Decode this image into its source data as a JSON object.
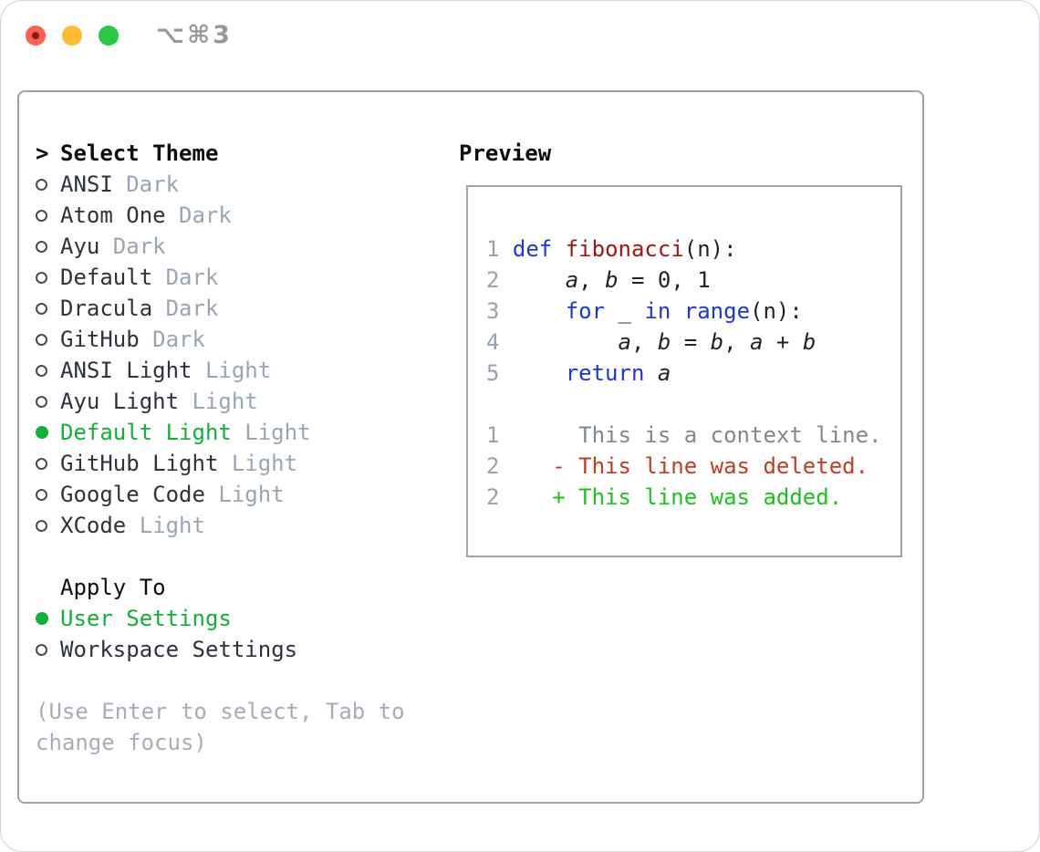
{
  "window": {
    "title_shortcut": "⌥⌘3",
    "traffic_lights": [
      {
        "name": "close",
        "color": "#ff5f57",
        "inner_dot": "#8c1a11"
      },
      {
        "name": "minimize",
        "color": "#febc2e"
      },
      {
        "name": "zoom",
        "color": "#28c840"
      }
    ]
  },
  "theme_panel": {
    "prompt": ">",
    "header": "Select Theme",
    "items": [
      {
        "label": "ANSI",
        "variant": "Dark",
        "selected": false
      },
      {
        "label": "Atom One",
        "variant": "Dark",
        "selected": false
      },
      {
        "label": "Ayu",
        "variant": "Dark",
        "selected": false
      },
      {
        "label": "Default",
        "variant": "Dark",
        "selected": false
      },
      {
        "label": "Dracula",
        "variant": "Dark",
        "selected": false
      },
      {
        "label": "GitHub",
        "variant": "Dark",
        "selected": false
      },
      {
        "label": "ANSI Light",
        "variant": "Light",
        "selected": false
      },
      {
        "label": "Ayu Light",
        "variant": "Light",
        "selected": false
      },
      {
        "label": "Default Light",
        "variant": "Light",
        "selected": true
      },
      {
        "label": "GitHub Light",
        "variant": "Light",
        "selected": false
      },
      {
        "label": "Google Code",
        "variant": "Light",
        "selected": false
      },
      {
        "label": "XCode",
        "variant": "Light",
        "selected": false
      }
    ],
    "apply_to": {
      "header": "Apply To",
      "options": [
        {
          "label": "User Settings",
          "selected": true
        },
        {
          "label": "Workspace Settings",
          "selected": false
        }
      ]
    },
    "hint_lines": [
      "(Use Enter to select, Tab to",
      "change focus)"
    ]
  },
  "preview": {
    "header": "Preview",
    "code_lines": [
      {
        "number": "1",
        "tokens": [
          {
            "text": "def",
            "style": "keyword"
          },
          {
            "text": " ",
            "style": "plain"
          },
          {
            "text": "fibonacci",
            "style": "function"
          },
          {
            "text": "(n):",
            "style": "plain"
          }
        ]
      },
      {
        "number": "2",
        "tokens": [
          {
            "text": "    ",
            "style": "plain"
          },
          {
            "text": "a",
            "style": "variable"
          },
          {
            "text": ", ",
            "style": "plain"
          },
          {
            "text": "b",
            "style": "variable"
          },
          {
            "text": " = 0, 1",
            "style": "plain"
          }
        ]
      },
      {
        "number": "3",
        "tokens": [
          {
            "text": "    ",
            "style": "plain"
          },
          {
            "text": "for",
            "style": "keyword"
          },
          {
            "text": " _ ",
            "style": "plain"
          },
          {
            "text": "in",
            "style": "keyword"
          },
          {
            "text": " ",
            "style": "plain"
          },
          {
            "text": "range",
            "style": "keyword"
          },
          {
            "text": "(n):",
            "style": "plain"
          }
        ]
      },
      {
        "number": "4",
        "tokens": [
          {
            "text": "        ",
            "style": "plain"
          },
          {
            "text": "a",
            "style": "variable"
          },
          {
            "text": ", ",
            "style": "plain"
          },
          {
            "text": "b",
            "style": "variable"
          },
          {
            "text": " = ",
            "style": "plain"
          },
          {
            "text": "b",
            "style": "variable"
          },
          {
            "text": ", ",
            "style": "plain"
          },
          {
            "text": "a",
            "style": "variable"
          },
          {
            "text": " + ",
            "style": "plain"
          },
          {
            "text": "b",
            "style": "variable"
          }
        ]
      },
      {
        "number": "5",
        "tokens": [
          {
            "text": "    ",
            "style": "plain"
          },
          {
            "text": "return",
            "style": "keyword"
          },
          {
            "text": " ",
            "style": "plain"
          },
          {
            "text": "a",
            "style": "variable"
          }
        ]
      }
    ],
    "diff_lines": [
      {
        "number": "1",
        "content": "     This is a context line.",
        "kind": "context"
      },
      {
        "number": "2",
        "content": "   - This line was deleted.",
        "kind": "deleted"
      },
      {
        "number": "2",
        "content": "   + This line was added.",
        "kind": "added"
      }
    ]
  },
  "colors": {
    "selected_green": "#0fb237",
    "added_green": "#1ac21e",
    "deleted_red": "#c53b22",
    "keyword_blue": "#1d35dd",
    "function_red": "#a31515",
    "variant_gray": "#9aa5b3",
    "hint_gray": "#a5adb8",
    "line_number_gray": "#98a1ad",
    "context_gray": "#7f8890",
    "panel_border_gray": "#99a3ae"
  }
}
